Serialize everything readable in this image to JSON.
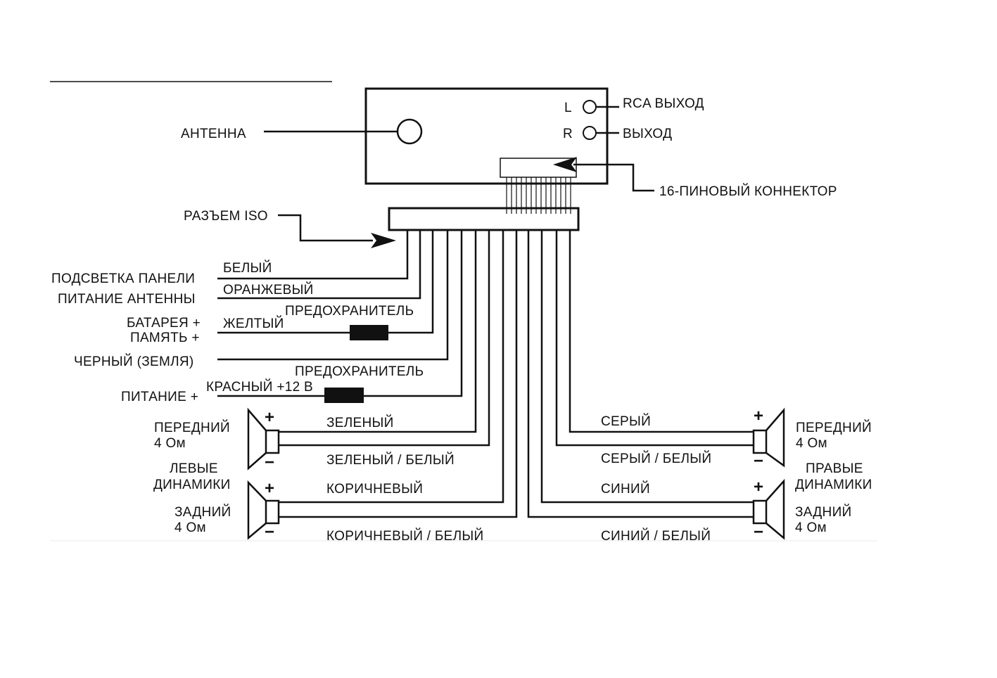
{
  "head_unit": {
    "antenna_label": "АНТЕННА",
    "rca_left_letter": "L",
    "rca_right_letter": "R",
    "rca_left_label": "RCA ВЫХОД",
    "rca_right_label": "ВЫХОД",
    "connector_label": "16-ПИНОВЫЙ КОННЕКТОР"
  },
  "iso_label": "РАЗЪЕМ ISO",
  "wires": {
    "illumination_func": "ПОДСВЕТКА ПАНЕЛИ",
    "illumination_color": "БЕЛЫЙ",
    "antenna_power_func": "ПИТАНИЕ АНТЕННЫ",
    "antenna_power_color": "ОРАНЖЕВЫЙ",
    "battery_func_1": "БАТАРЕЯ +",
    "battery_func_2": "ПАМЯТЬ +",
    "battery_color": "ЖЕЛТЫЙ",
    "fuse_label_1": "ПРЕДОХРАНИТЕЛЬ",
    "ground_label": "ЧЕРНЫЙ (ЗЕМЛЯ)",
    "power_func": "ПИТАНИЕ +",
    "power_color": "КРАСНЫЙ +12 В",
    "fuse_label_2": "ПРЕДОХРАНИТЕЛЬ"
  },
  "left_speakers": {
    "group_label_1": "ЛЕВЫЕ",
    "group_label_2": "ДИНАМИКИ",
    "front_label": "ПЕРЕДНИЙ",
    "front_impedance": "4 Ом",
    "rear_label": "ЗАДНИЙ",
    "rear_impedance": "4 Ом",
    "front_plus_color": "ЗЕЛЕНЫЙ",
    "front_minus_color": "ЗЕЛЕНЫЙ / БЕЛЫЙ",
    "rear_plus_color": "КОРИЧНЕВЫЙ",
    "rear_minus_color": "КОРИЧНЕВЫЙ / БЕЛЫЙ"
  },
  "right_speakers": {
    "group_label_1": "ПРАВЫЕ",
    "group_label_2": "ДИНАМИКИ",
    "front_label": "ПЕРЕДНИЙ",
    "front_impedance": "4 Ом",
    "rear_label": "ЗАДНИЙ",
    "rear_impedance": "4 Ом",
    "front_plus_color": "СЕРЫЙ",
    "front_minus_color": "СЕРЫЙ / БЕЛЫЙ",
    "rear_plus_color": "СИНИЙ",
    "rear_minus_color": "СИНИЙ / БЕЛЫЙ"
  },
  "polarity": {
    "plus": "+",
    "minus": "−"
  }
}
